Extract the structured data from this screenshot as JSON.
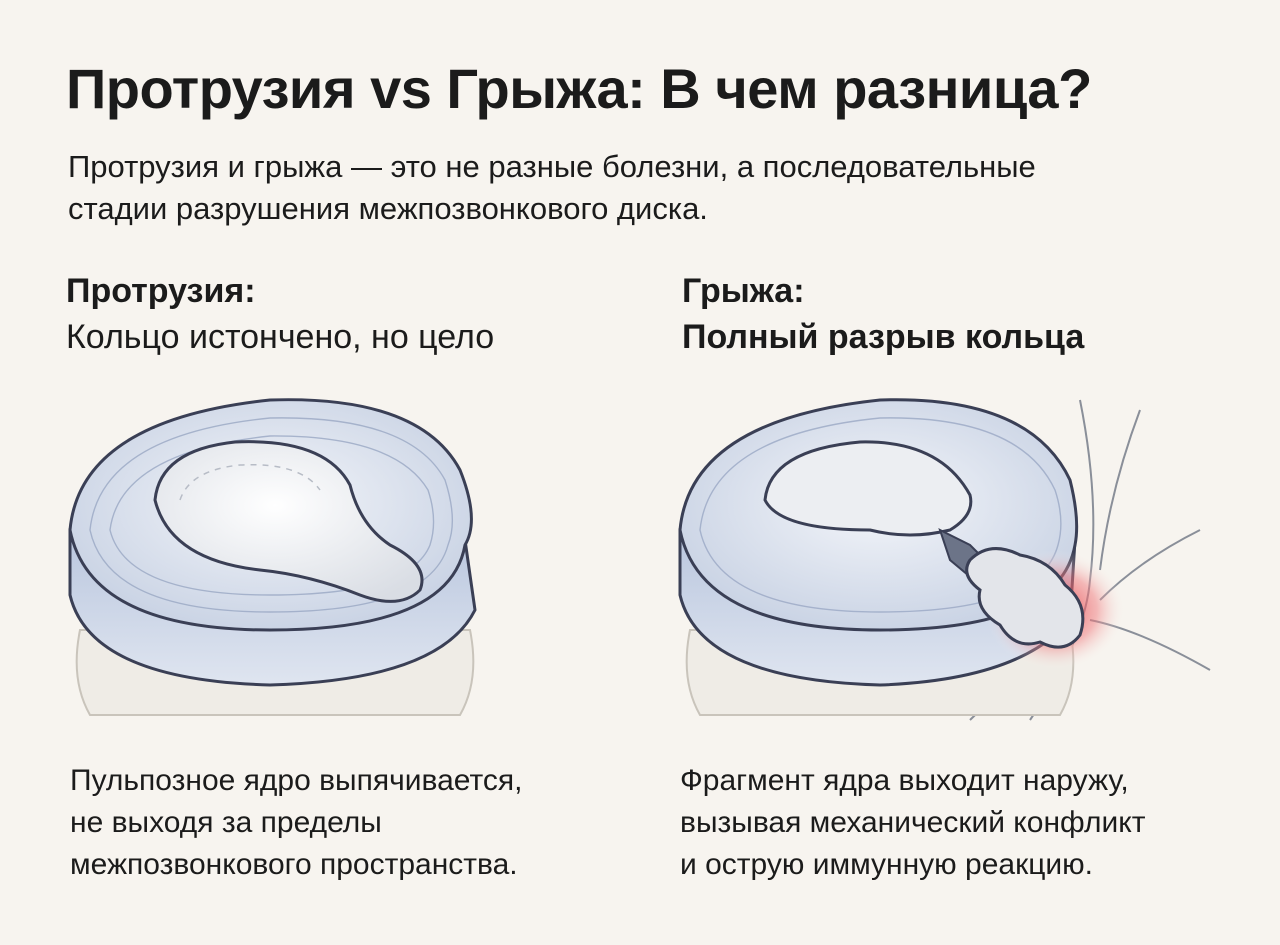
{
  "title": "Протрузия vs Грыжа: В чем разница?",
  "subtitle": [
    "Протрузия и грыжа — это не разные болезни, а последовательные",
    "стадии разрушения межпозвонкового диска."
  ],
  "protrusion": {
    "label": "Протрузия:",
    "description": "Кольцо истончено, но цело",
    "caption": [
      "Пульпозное ядро выпячивается,",
      "не выходя за пределы",
      "межпозвонкового пространства."
    ]
  },
  "hernia": {
    "label": "Грыжа:",
    "description": "Полный разрыв кольца",
    "caption": [
      "Фрагмент ядра выходит наружу,",
      "вызывая механический конфликт",
      "и острую иммунную реакцию."
    ]
  },
  "colors": {
    "background": "#f7f4ef",
    "annulus": "#c9d3e6",
    "nucleus": "#eef0f3",
    "inflammation": "#e4343c",
    "outline": "#3a3f55"
  }
}
